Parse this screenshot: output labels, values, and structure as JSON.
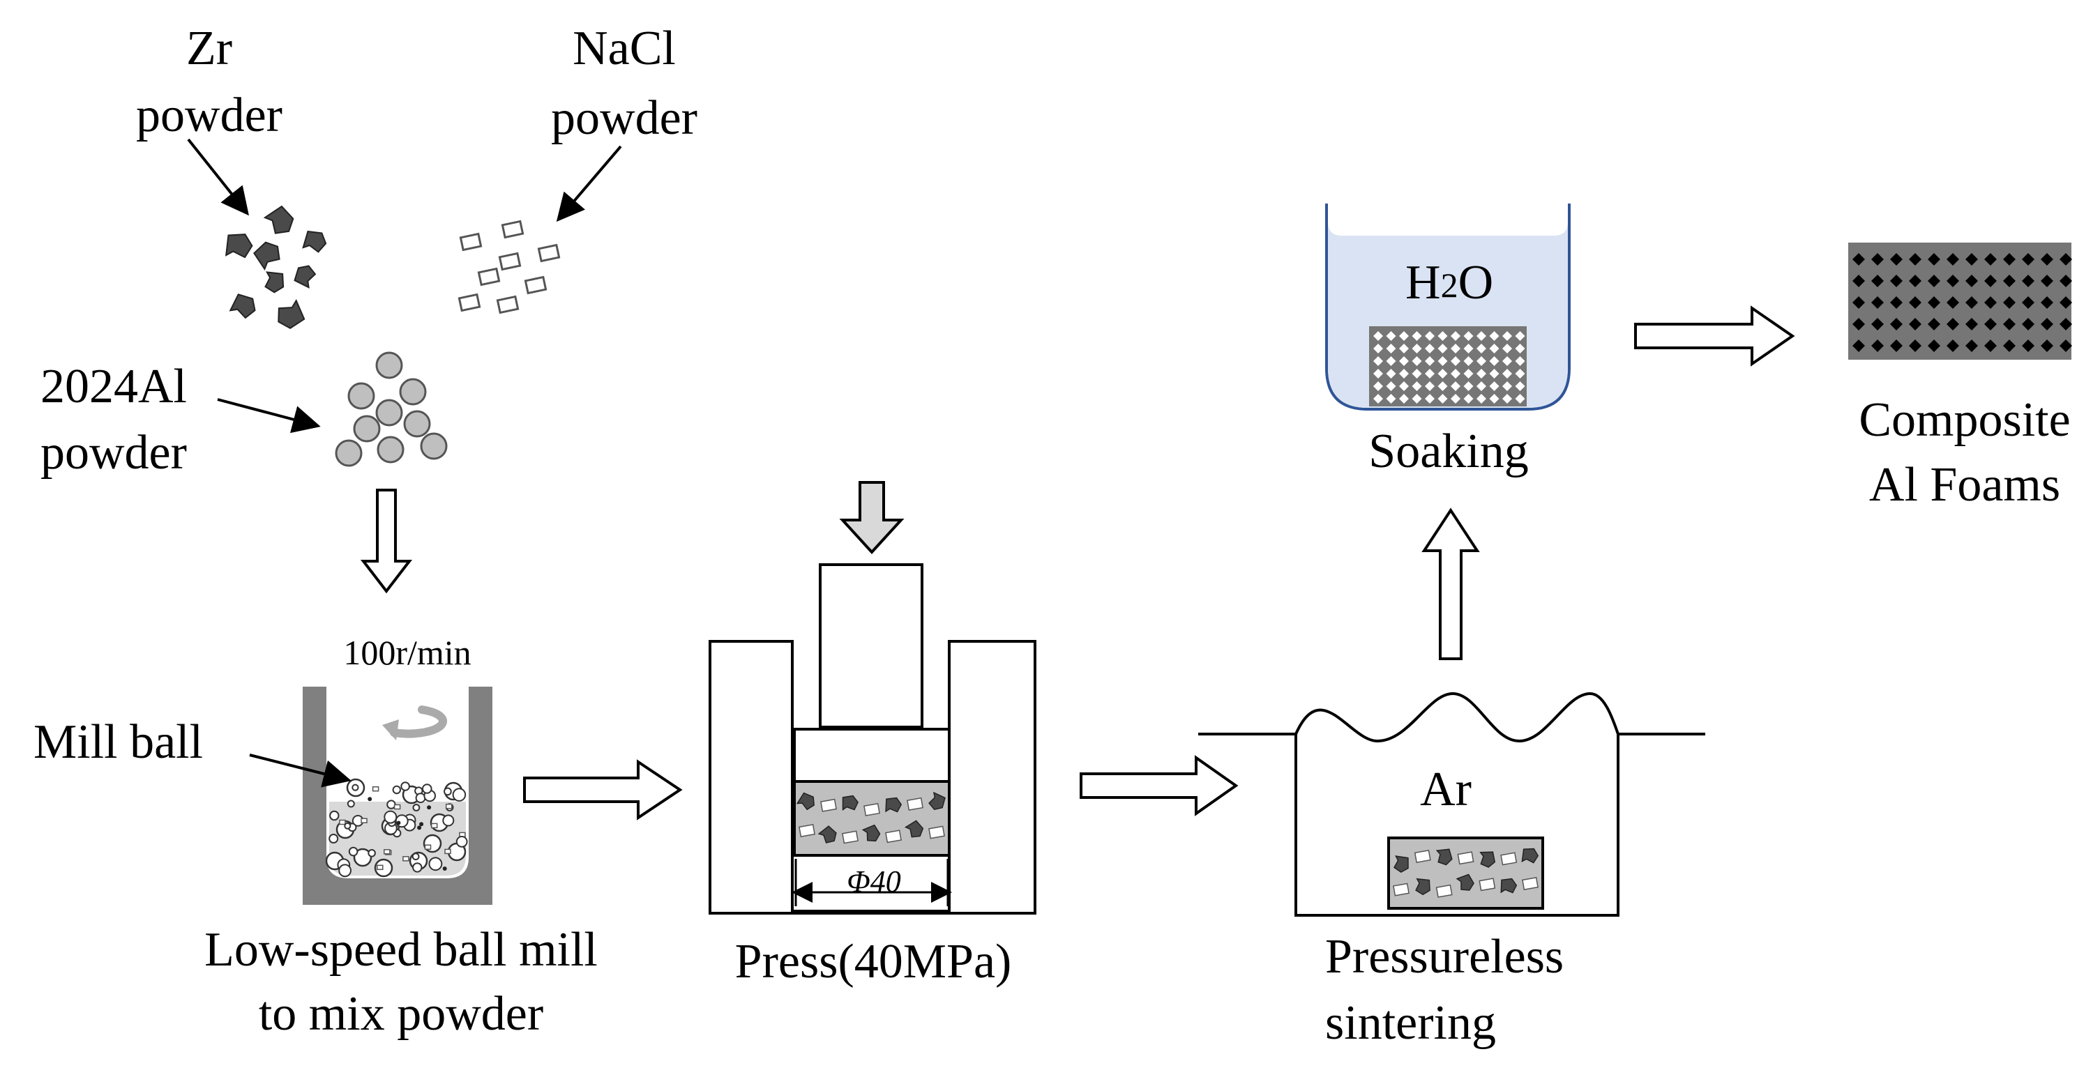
{
  "labels": {
    "zr_line1": "Zr",
    "zr_line2": "powder",
    "nacl_line1": "NaCl",
    "nacl_line2": "powder",
    "al_line1": "2024Al",
    "al_line2": "powder",
    "mill_speed": "100r/min",
    "mill_ball": "Mill ball",
    "mill_caption_line1": "Low-speed ball mill",
    "mill_caption_line2": "to mix powder",
    "die_diameter": "Φ40",
    "press_caption": "Press(40MPa)",
    "furnace_gas": "Ar",
    "sinter_caption_line1": "Pressureless",
    "sinter_caption_line2": "sintering",
    "beaker_h": "H",
    "beaker_sub": "2",
    "beaker_o": "O",
    "soak_caption": "Soaking",
    "product_line1": "Composite",
    "product_line2": "Al Foams"
  },
  "colors": {
    "zr_particle": "#4a4a4a",
    "al_particle": "#bfbfbf",
    "compact_fill": "#bfbfbf",
    "mill_jar": "#808080",
    "water": "#dae3f3",
    "beaker_stroke": "#2f5597",
    "foam_fill": "#767676",
    "arrow_fill": "#d9d9d9"
  }
}
